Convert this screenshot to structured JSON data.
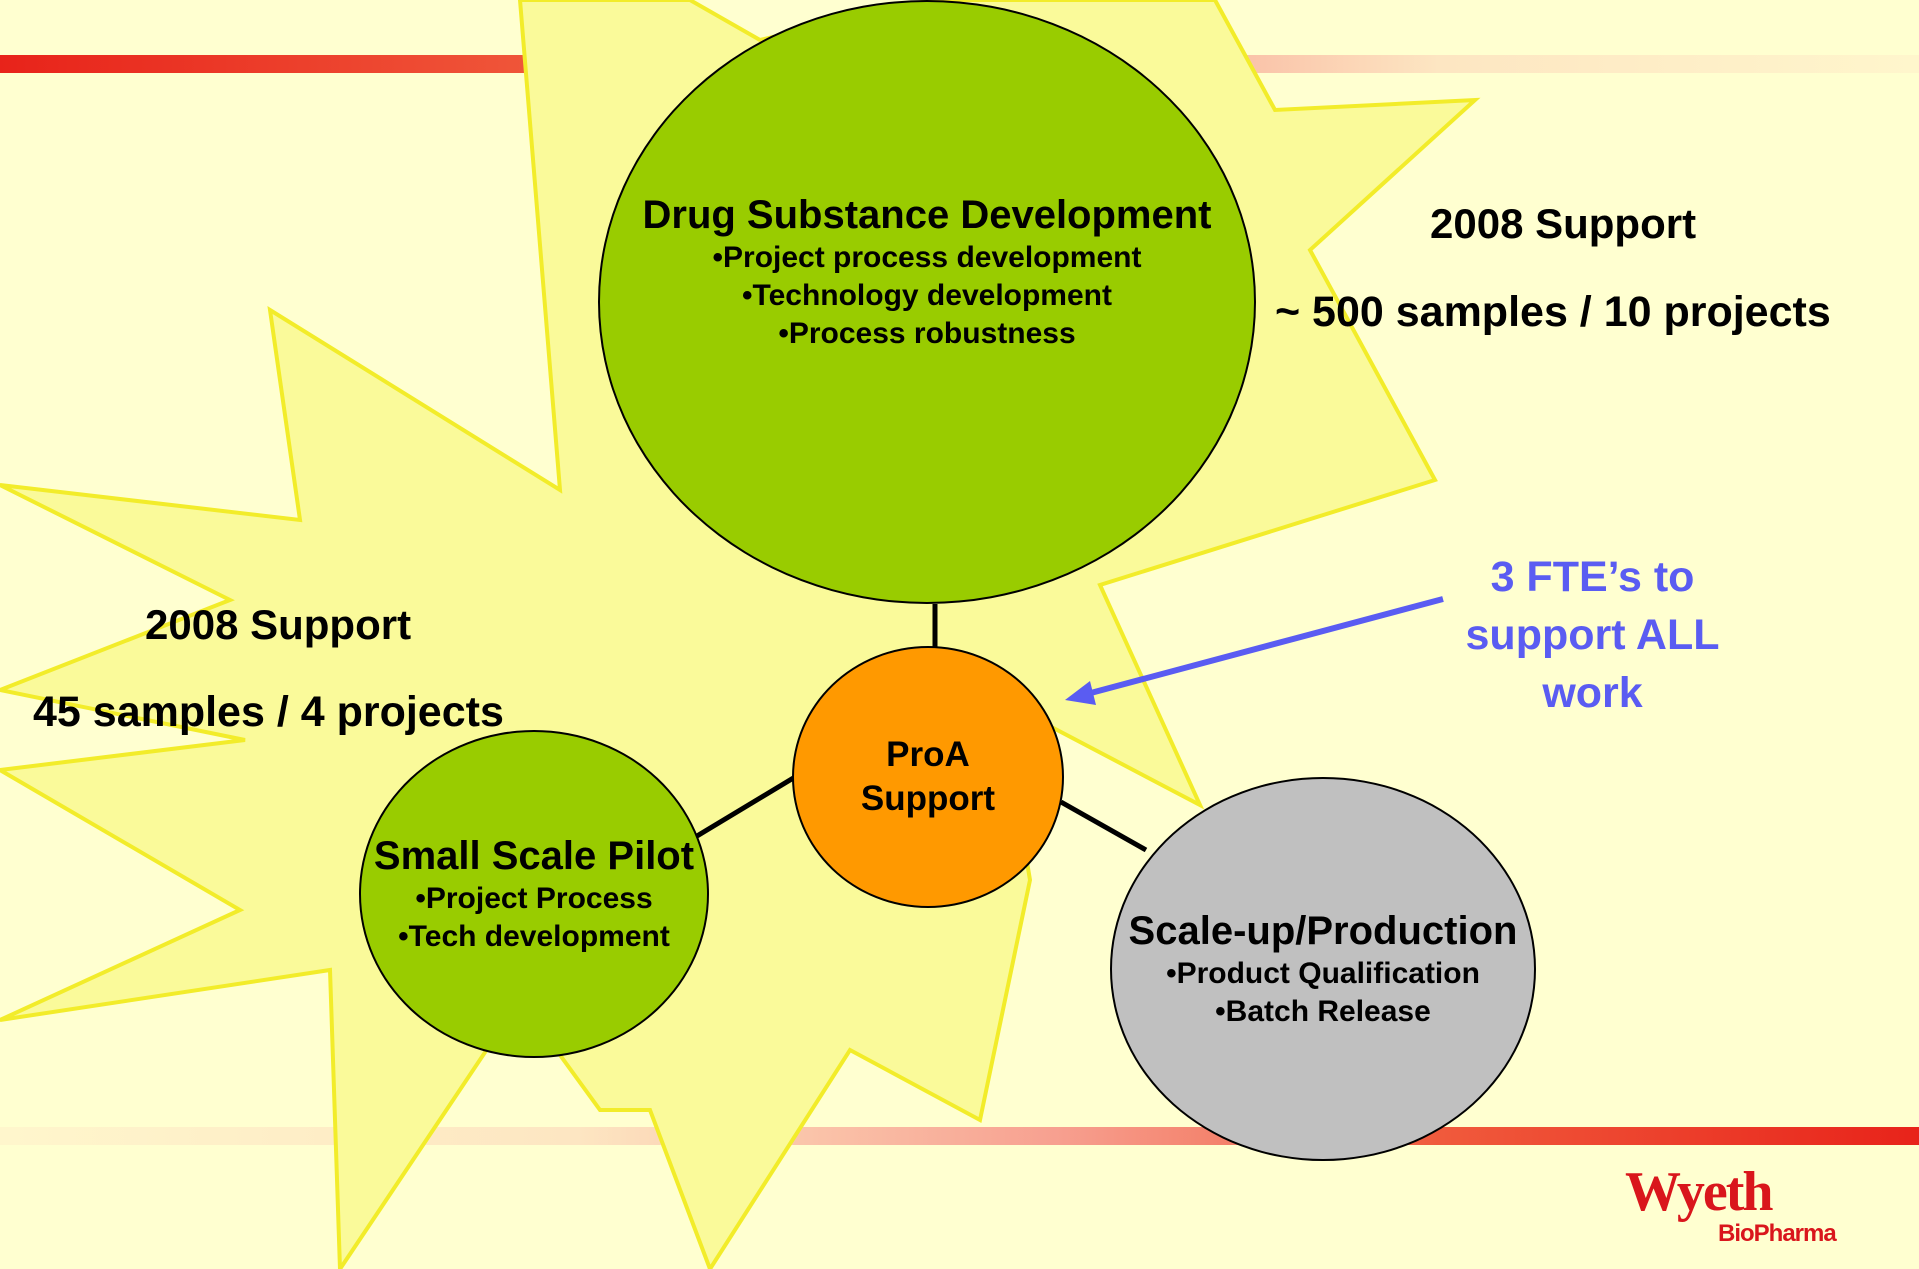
{
  "colors": {
    "background": "#ffffd0",
    "starburst_fill": "#fafa9a",
    "starburst_stroke": "#f2ec2a",
    "node_green": "#99cc00",
    "node_orange": "#ff9900",
    "node_gray": "#c0c0c0",
    "annotation_blue": "#5a5cf2",
    "stripe_red": "#e8231a",
    "logo_red": "#d9161c"
  },
  "hub": {
    "title": "ProA\nSupport"
  },
  "nodes": {
    "drug_substance": {
      "title": "Drug Substance Development",
      "items": [
        "•Project process development",
        "•Technology development",
        "•Process robustness"
      ]
    },
    "small_scale": {
      "title": "Small Scale Pilot",
      "items": [
        "•Project Process",
        "•Tech development"
      ]
    },
    "scale_up": {
      "title": "Scale-up/Production",
      "items": [
        "•Product Qualification",
        "•Batch Release"
      ]
    }
  },
  "notes": {
    "top_right": {
      "header": "2008 Support",
      "stats": "~ 500 samples / 10 projects"
    },
    "left": {
      "header": "2008 Support",
      "stats": "45 samples / 4 projects"
    },
    "fte": "3 FTE’s to\nsupport ALL\nwork"
  },
  "logo": {
    "name": "Wyeth",
    "subtitle": "BioPharma"
  }
}
